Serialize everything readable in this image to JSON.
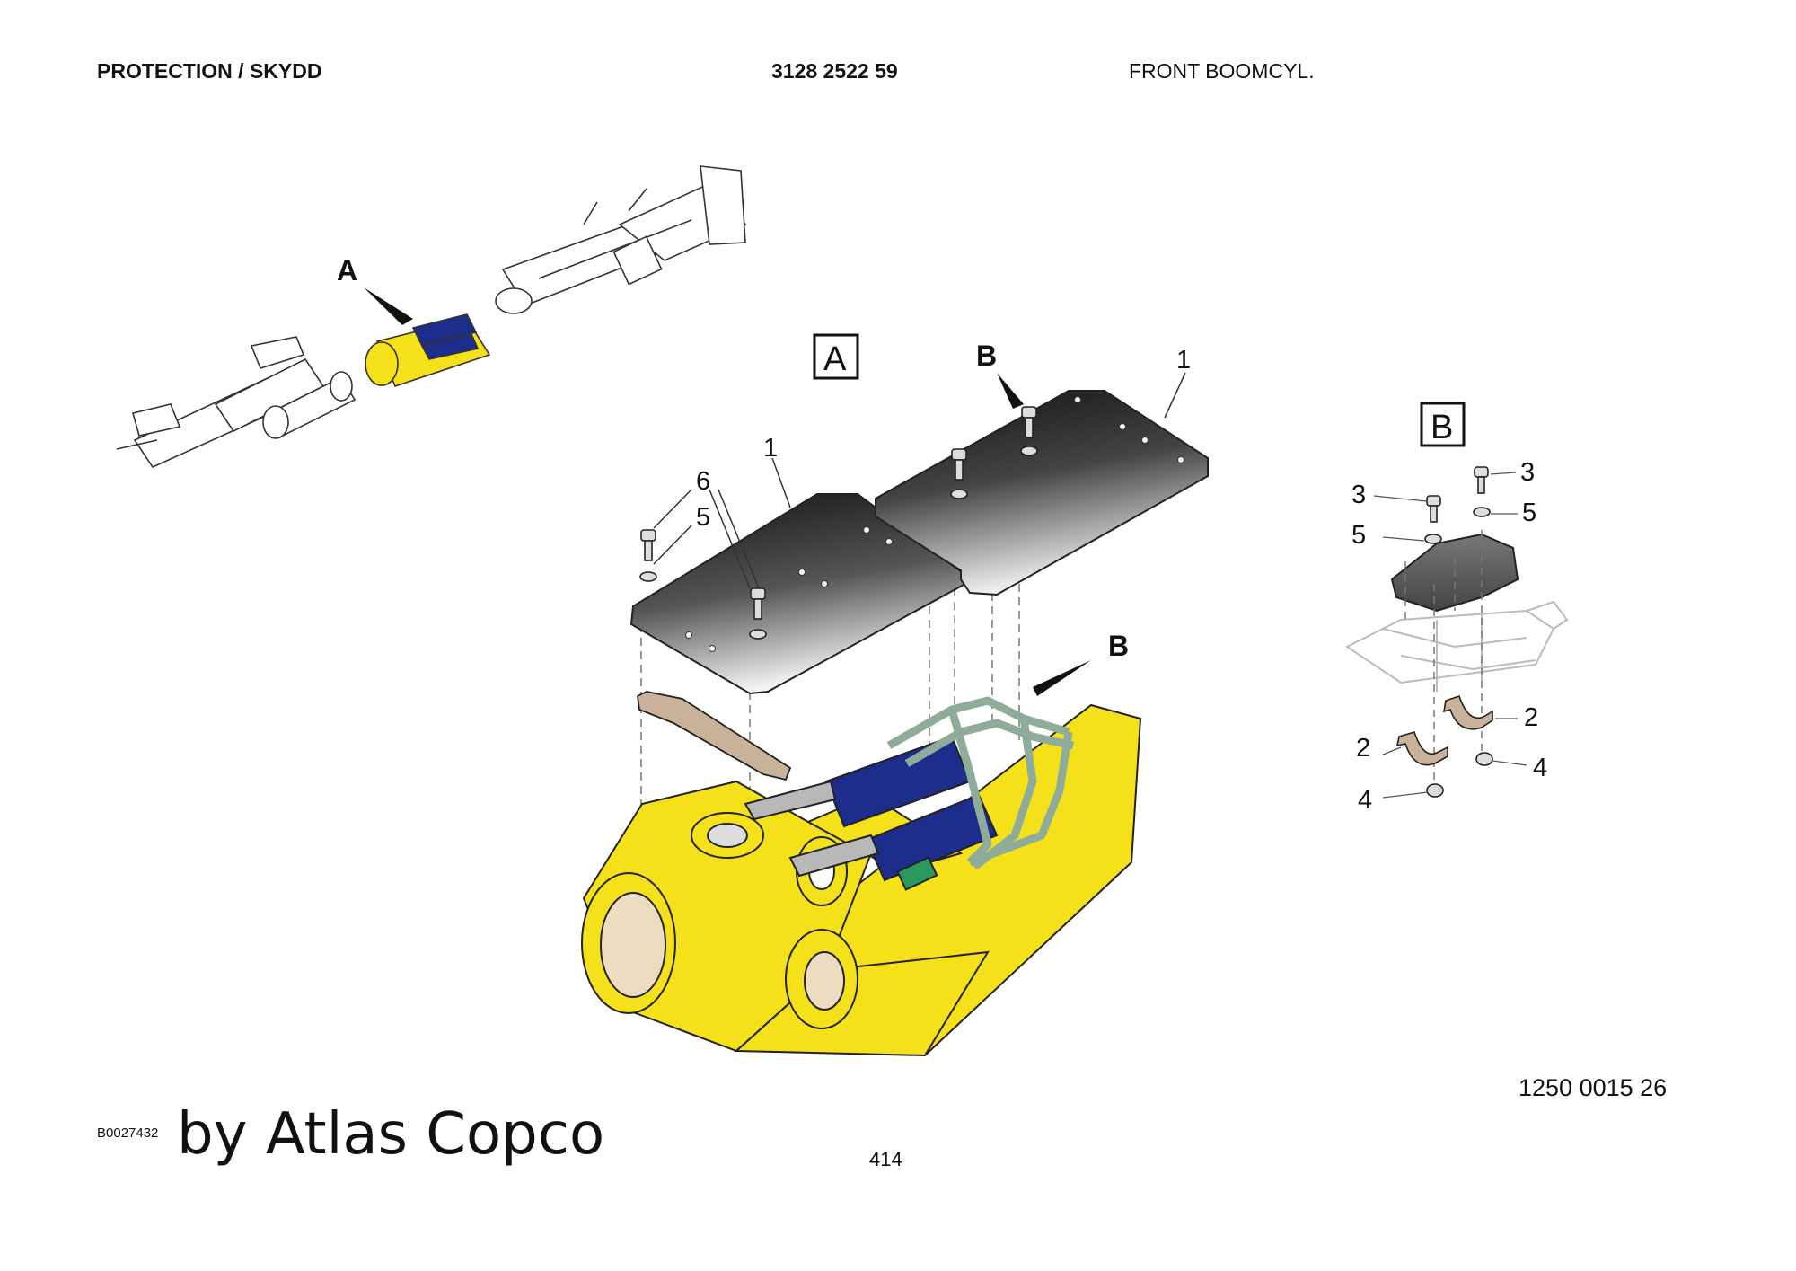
{
  "header": {
    "left": "PROTECTION / SKYDD",
    "middle": "3128 2522 59",
    "right": "FRONT BOOMCYL."
  },
  "diagram": {
    "overview_marker": "A",
    "detail_a_box": "A",
    "detail_b_box": "B",
    "detail_b_markers": [
      "B",
      "B"
    ],
    "callouts_a": [
      "1",
      "1",
      "6",
      "5"
    ],
    "callouts_b": [
      "3",
      "3",
      "5",
      "5",
      "2",
      "2",
      "4",
      "4"
    ]
  },
  "colors": {
    "yellow": "#f5e11a",
    "blue": "#1c2d8c",
    "green": "#8fac9a",
    "plate_dark": "#1a1a1a",
    "bracket": "#c8b29a"
  },
  "footer": {
    "drawing_code": "B0027432",
    "brand": "by Atlas Copco",
    "page_number": "414",
    "reference": "1250 0015 26"
  }
}
